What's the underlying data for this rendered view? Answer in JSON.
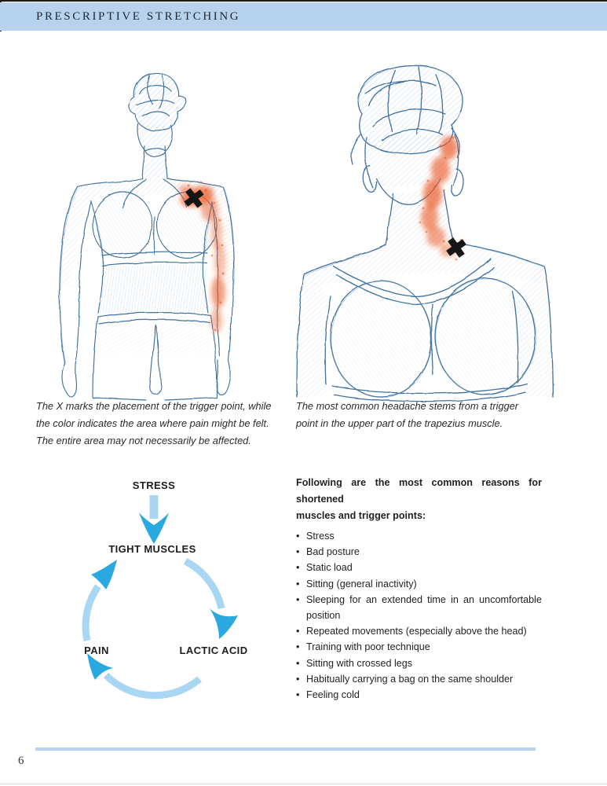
{
  "header": {
    "title": "PRESCRIPTIVE STRETCHING"
  },
  "figures": {
    "left": {
      "description": "back-view sketch of woman with trigger point on left shoulder, pain area spreading down the arm",
      "marker": "X",
      "caption_lines": [
        "The X marks the placement of the trigger point, while",
        "the color indicates the area where pain might be felt.",
        "The entire area may not necessarily be affected."
      ]
    },
    "right": {
      "description": "close-up sketch of upper back and neck with trigger point at top of trapezius, pain area along neck",
      "marker": "X",
      "caption_lines": [
        "The most common headache stems from a trigger",
        "point in the upper part of the trapezius muscle."
      ]
    }
  },
  "diagram": {
    "type": "cycle",
    "start_node": "STRESS",
    "nodes": {
      "top": "TIGHT MUSCLES",
      "bottom_right": "LACTIC ACID",
      "bottom_left": "PAIN"
    },
    "flow": [
      "STRESS -> TIGHT MUSCLES",
      "TIGHT MUSCLES -> LACTIC ACID",
      "LACTIC ACID -> PAIN",
      "PAIN -> TIGHT MUSCLES"
    ],
    "colors": {
      "arc": "#a9d6f2",
      "arrowhead": "#29a9e0"
    }
  },
  "reasons": {
    "heading_lines": [
      "Following are the most common reasons for shortened",
      "muscles and trigger points:"
    ],
    "items": [
      "Stress",
      "Bad posture",
      "Static load",
      "Sitting (general inactivity)",
      "Sleeping for an extended time in an uncomfortable position",
      "Repeated movements (especially above the head)",
      "Training with poor technique",
      "Sitting with crossed legs",
      "Habitually carrying a bag on the same shoulder",
      "Feeling cold"
    ]
  },
  "footer": {
    "page_number": "6"
  },
  "colors": {
    "header_bar": "#b7d2ec",
    "footer_rule": "#b7d2ec",
    "sketch_blue": "#41719f",
    "pain_orange": "#ea5c28",
    "marker_black": "#151515",
    "title_text": "#1e2834",
    "body_text": "#231f20"
  }
}
